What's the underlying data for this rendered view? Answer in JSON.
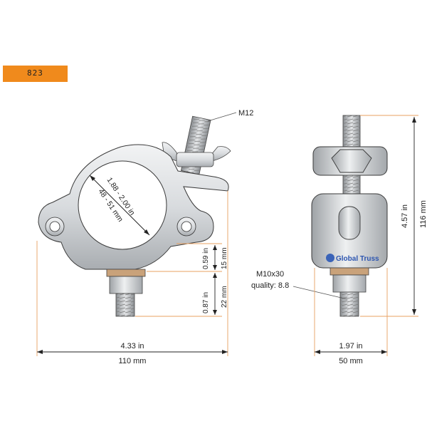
{
  "product_code": "823",
  "labels": {
    "bolt_top": "M12",
    "bore_in": "1.88 - 2.00 in",
    "bore_mm": "48 - 51 mm",
    "dim_059_in": "0.59 in",
    "dim_15_mm": "15 mm",
    "dim_087_in": "0.87 in",
    "dim_22_mm": "22 mm",
    "width_in": "4.33 in",
    "width_mm": "110 mm",
    "height_in": "4.57 in",
    "height_mm": "116 mm",
    "side_width_in": "1.97 in",
    "side_width_mm": "50 mm",
    "bolt_bottom": "M10x30",
    "quality": "quality: 8.8",
    "brand": "Global Truss"
  },
  "colors": {
    "tag": "#f08a1c",
    "dimension_line": "#e8a060",
    "metal_light": "#e6e8ea",
    "metal_dark": "#8e9296",
    "outline": "#3a3a3a"
  }
}
